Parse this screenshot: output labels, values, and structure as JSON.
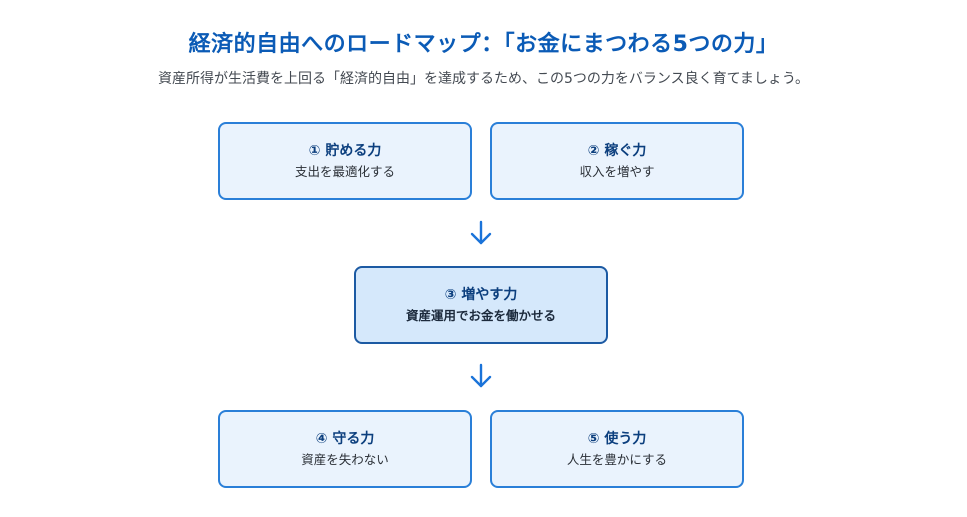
{
  "header": {
    "title": "経済的自由へのロードマップ：「お金にまつわる5つの力」",
    "subtitle": "資産所得が生活費を上回る「経済的自由」を達成するため、この5つの力をバランス良く育てましょう。"
  },
  "powers": [
    {
      "title": "① 貯める力",
      "description": "支出を最適化する"
    },
    {
      "title": "② 稼ぐ力",
      "description": "収入を増やす"
    },
    {
      "title": "③ 増やす力",
      "description": "資産運用でお金を働かせる"
    },
    {
      "title": "④ 守る力",
      "description": "資産を失わない"
    },
    {
      "title": "⑤ 使う力",
      "description": "人生を豊かにする"
    }
  ],
  "icons": {
    "flow_arrow_1": "arrow-down-icon",
    "flow_arrow_2": "arrow-down-icon"
  },
  "colors": {
    "title": "#0b5bb6",
    "box_border": "#2a7fd8",
    "box_fill": "#eaf3fd",
    "center_box_fill": "#d5e8fb",
    "center_box_border": "#1c5aa3",
    "arrow": "#1a73d9"
  }
}
